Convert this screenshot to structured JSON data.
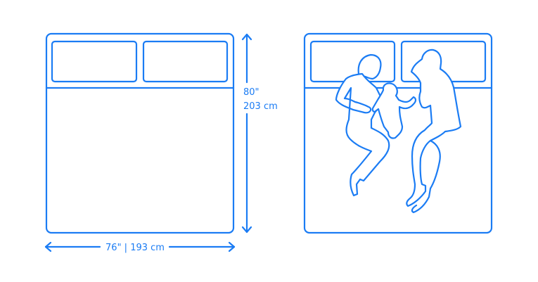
{
  "dimensions": {
    "height_in": "80\"",
    "height_cm": "203 cm",
    "width_label": "76\" | 193 cm"
  },
  "colors": {
    "line": "#1b7cf4",
    "background": "#ffffff"
  },
  "figures": [
    "empty-bed",
    "bed-with-family"
  ]
}
